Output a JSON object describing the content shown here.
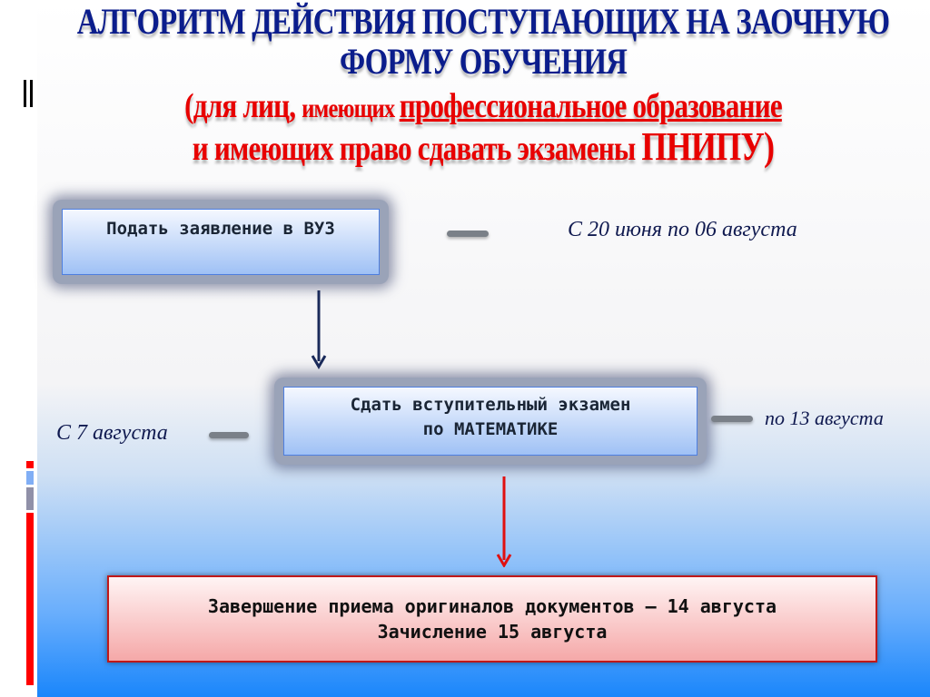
{
  "title": {
    "line1": "АЛГОРИТМ ДЕЙСТВИЯ ПОСТУПАЮЩИХ НА ЗАОЧНУЮ",
    "line2": "ФОРМУ  ОБУЧЕНИЯ"
  },
  "subtitle": {
    "p1": "(для лиц, ",
    "p2": "имеющих ",
    "p3": "профессиональное образование",
    "line2a": "и  имеющих право сдавать экзамены ",
    "line2b": "ПНИПУ)"
  },
  "steps": [
    {
      "text": "Подать заявление в ВУЗ",
      "date": "С 20 июня по 06 августа"
    },
    {
      "text": "Сдать вступительный экзамен по МАТЕМАТИКЕ",
      "date_from": "С 7 августа",
      "date_to": "по  13 августа"
    }
  ],
  "final": {
    "line1": "Завершение приема оригиналов документов – 14 августа",
    "line2": "Зачисление 15 августа"
  },
  "colors": {
    "title": "#0b1d8c",
    "accent": "#e80000"
  }
}
